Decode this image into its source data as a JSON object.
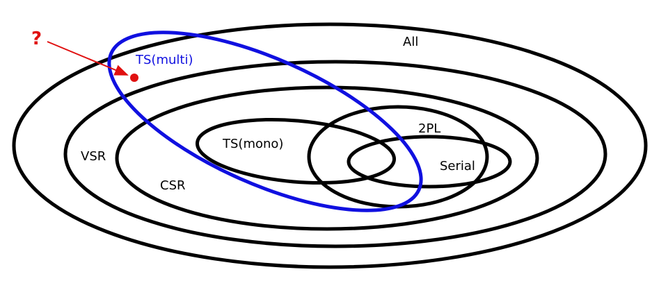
{
  "labels": {
    "all": "All",
    "ts_multi": "TS(multi)",
    "ts_mono": "TS(mono)",
    "two_pl": "2PL",
    "serial": "Serial",
    "vsr": "VSR",
    "csr": "CSR",
    "question": "?"
  },
  "colors": {
    "outline": "#000000",
    "highlight": "#1010e0",
    "annotation": "#e01010"
  }
}
